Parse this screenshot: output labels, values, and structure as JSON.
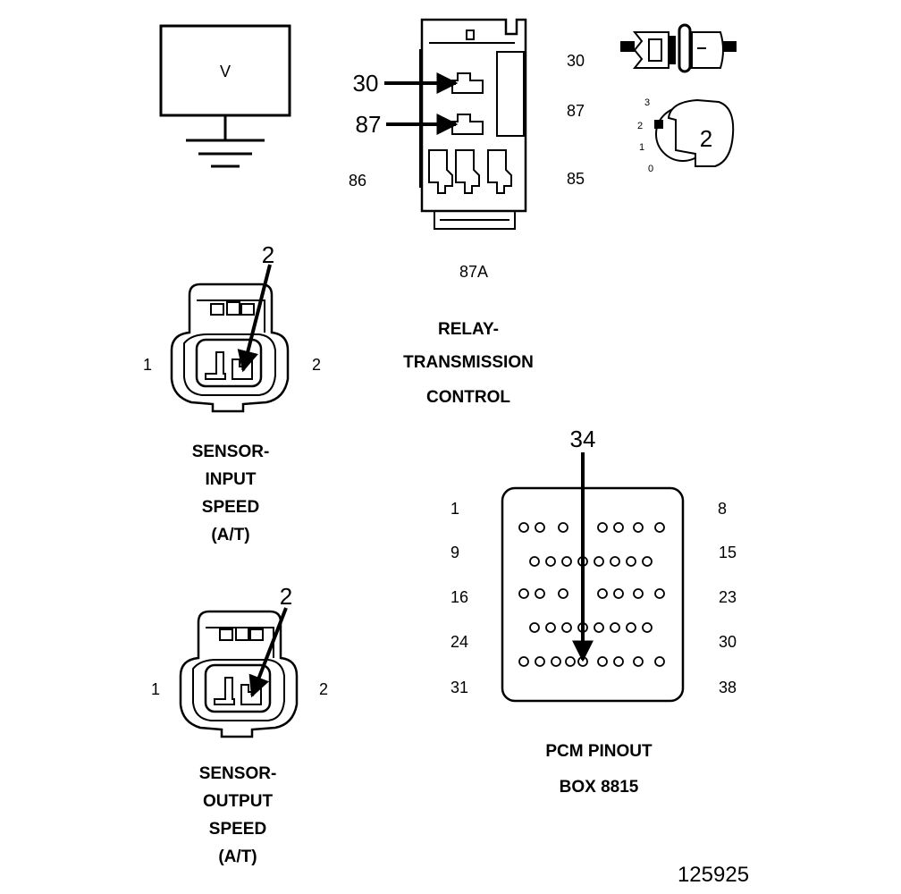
{
  "voltmeter": {
    "symbol": "V"
  },
  "relay": {
    "callout_30": "30",
    "callout_87": "87",
    "pin_30": "30",
    "pin_87": "87",
    "pin_86": "86",
    "pin_85": "85",
    "pin_87a": "87A",
    "title_line1": "RELAY-",
    "title_line2": "TRANSMISSION",
    "title_line3": "CONTROL"
  },
  "ignition_switch": {
    "positions": [
      "3",
      "2",
      "1",
      "0"
    ],
    "selected": "2"
  },
  "input_sensor": {
    "callout": "2",
    "pin_left": "1",
    "pin_right": "2",
    "title_lines": [
      "SENSOR-",
      "INPUT",
      "SPEED",
      "(A/T)"
    ]
  },
  "output_sensor": {
    "callout": "2",
    "pin_left": "1",
    "pin_right": "2",
    "title_lines": [
      "SENSOR-",
      "OUTPUT",
      "SPEED",
      "(A/T)"
    ]
  },
  "pcm": {
    "callout": "34",
    "left_labels": [
      "1",
      "9",
      "16",
      "24",
      "31"
    ],
    "right_labels": [
      "8",
      "15",
      "23",
      "30",
      "38"
    ],
    "title_line1": "PCM PINOUT",
    "title_line2": "BOX 8815"
  },
  "figure_id": "125925"
}
